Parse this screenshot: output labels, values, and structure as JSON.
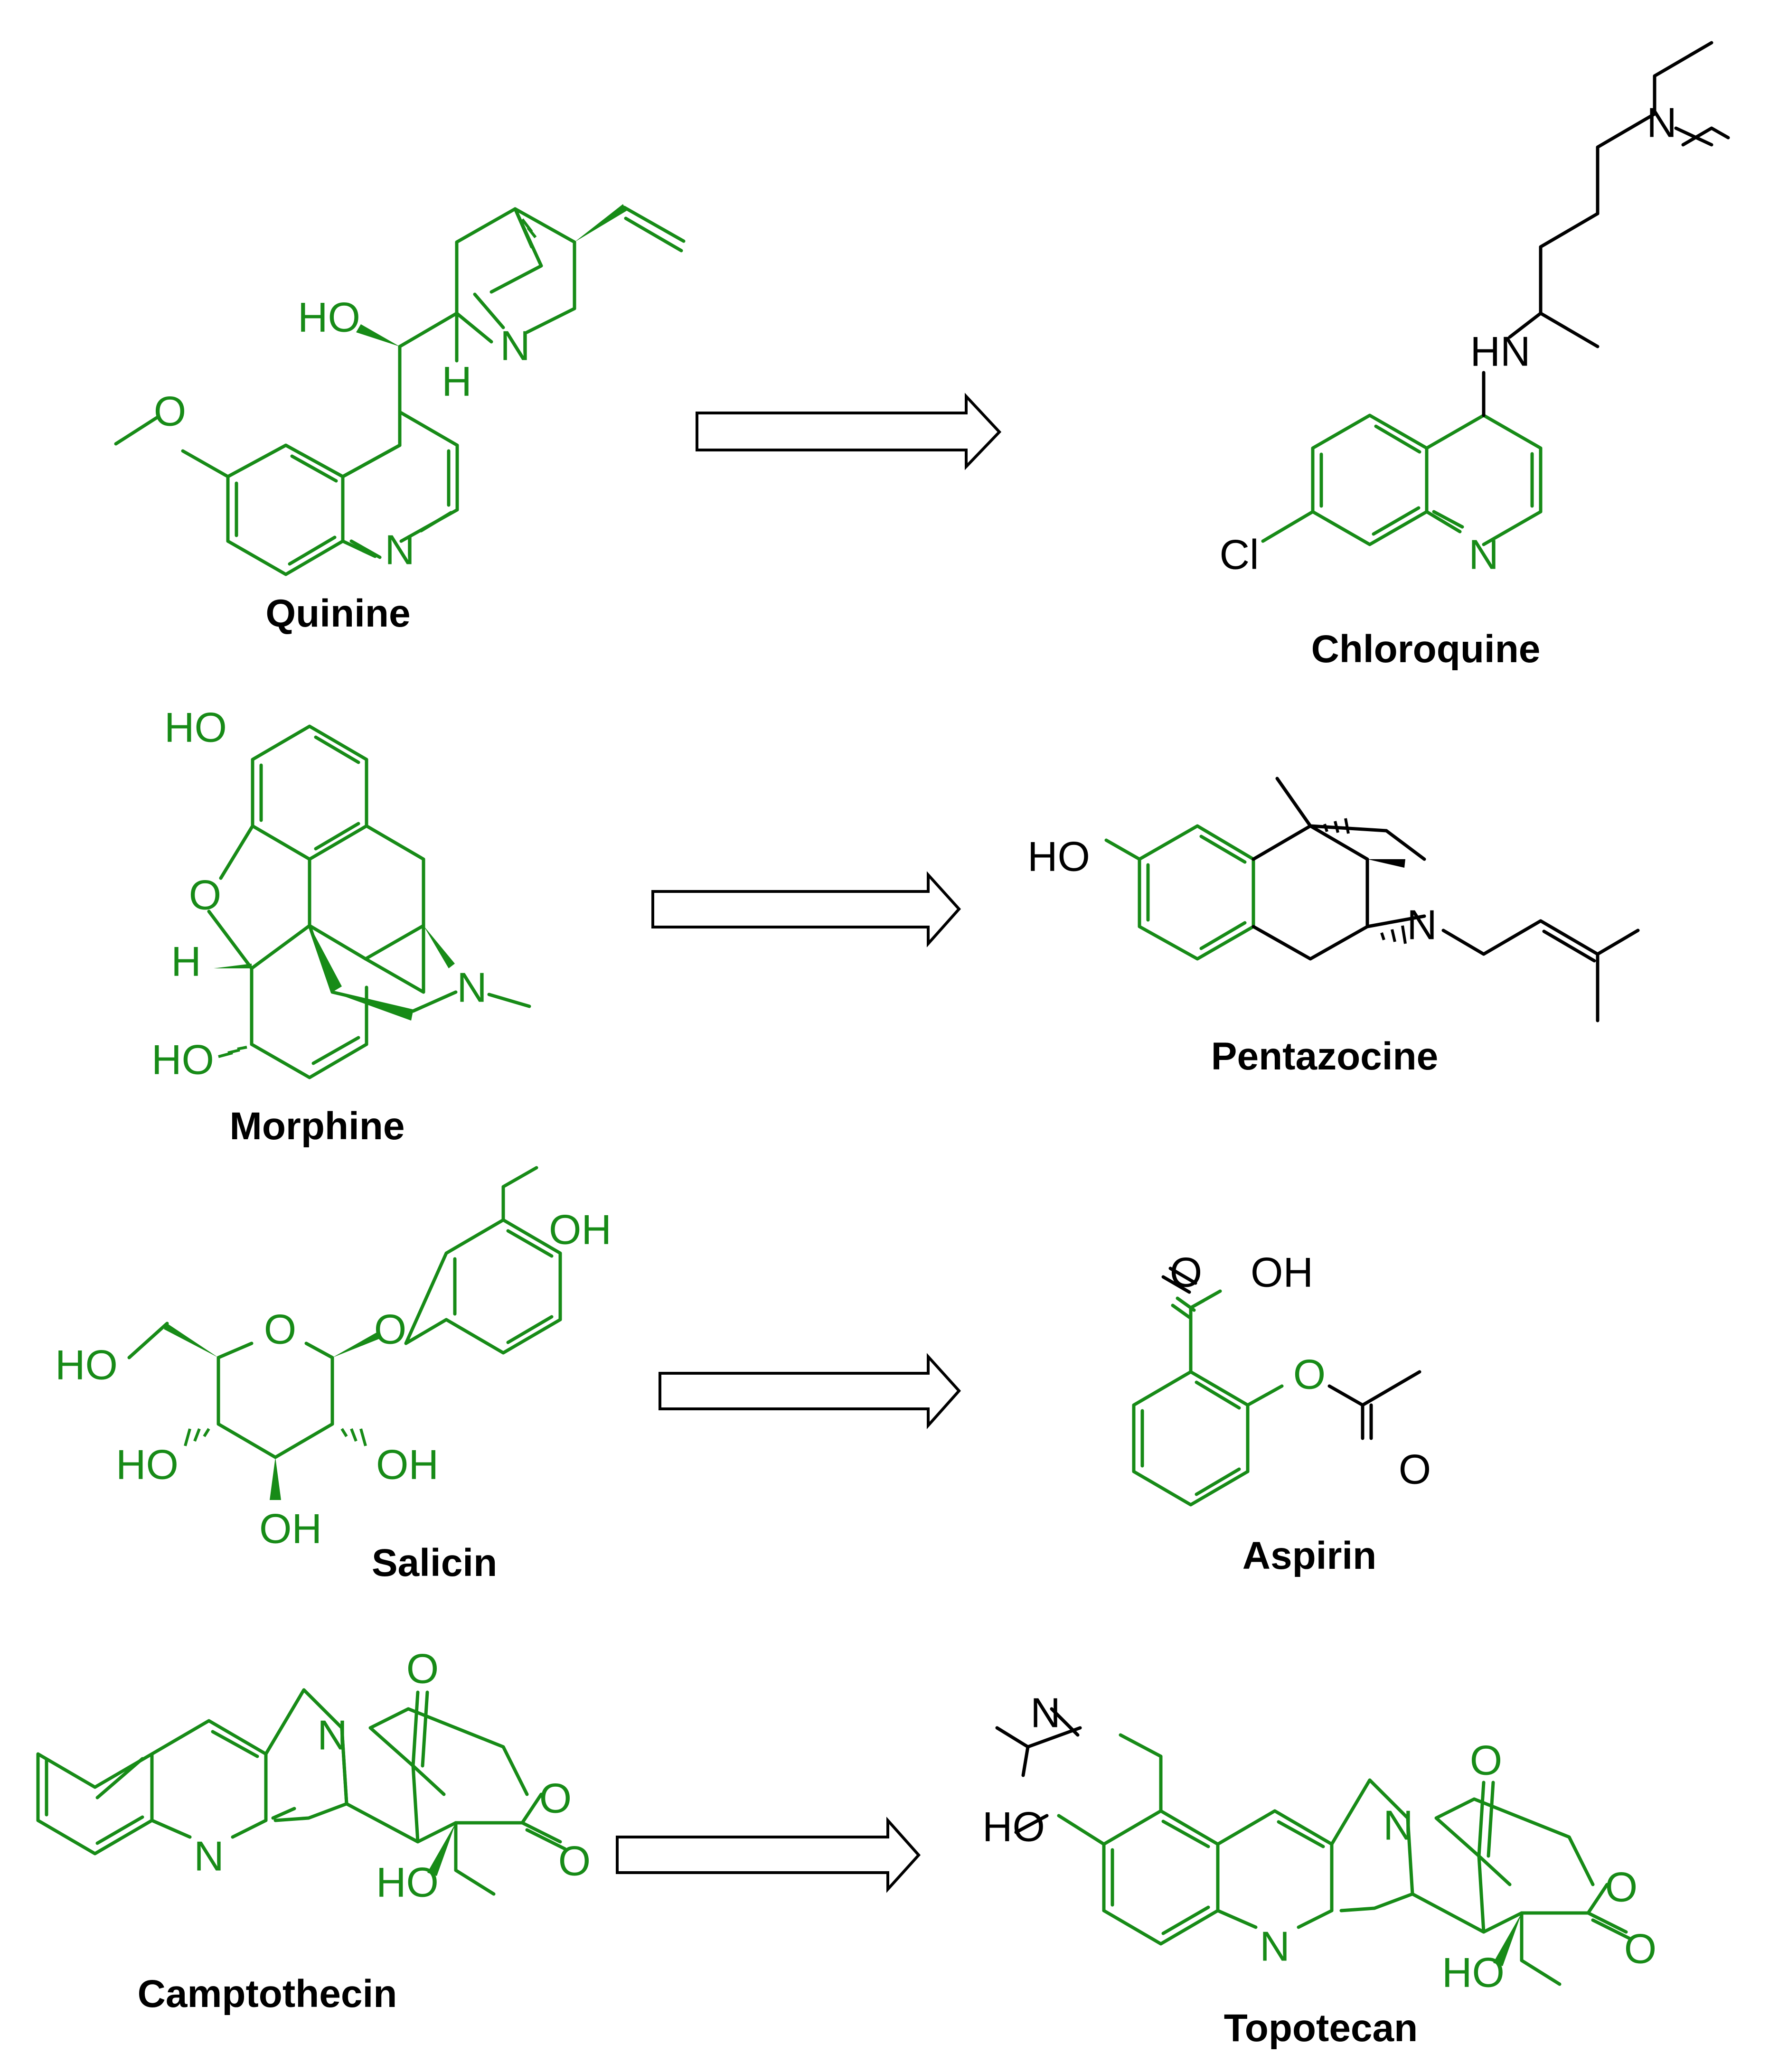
{
  "colors": {
    "natural_product": "#178b17",
    "synthetic_part": "#000000"
  },
  "pairs": [
    {
      "natural": "Quinine",
      "derived": "Chloroquine"
    },
    {
      "natural": "Morphine",
      "derived": "Pentazocine"
    },
    {
      "natural": "Salicin",
      "derived": "Aspirin"
    },
    {
      "natural": "Camptothecin",
      "derived": "Topotecan"
    }
  ],
  "labels": {
    "HO": "HO",
    "OH": "OH",
    "H": "H",
    "N": "N",
    "O": "O",
    "Cl": "Cl",
    "HN": "HN"
  }
}
